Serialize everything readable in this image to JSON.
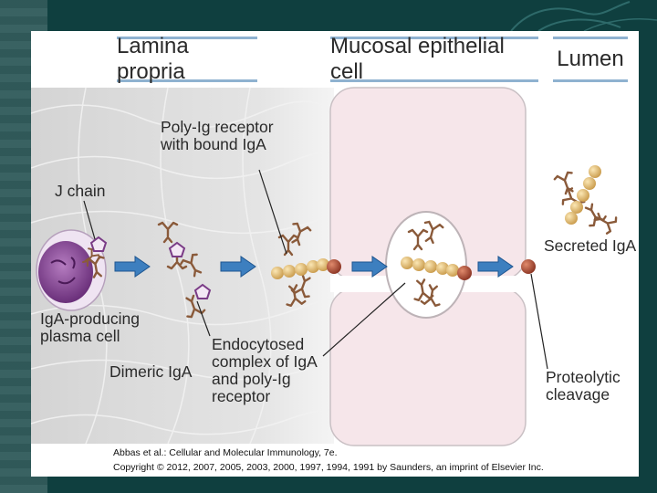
{
  "headers": {
    "lamina": "Lamina propria",
    "epithelial": "Mucosal epithelial cell",
    "lumen": "Lumen"
  },
  "labels": {
    "polyig_l1": "Poly-Ig receptor",
    "polyig_l2": "with bound IgA",
    "jchain": "J chain",
    "plasma_l1": "IgA-producing",
    "plasma_l2": "plasma cell",
    "dimeric": "Dimeric IgA",
    "endo_l1": "Endocytosed",
    "endo_l2": "complex of IgA",
    "endo_l3": "and poly-Ig",
    "endo_l4": "receptor",
    "secreted": "Secreted IgA",
    "prot_l1": "Proteolytic",
    "prot_l2": "cleavage"
  },
  "credits": {
    "line1": "Abbas et al.: Cellular and Molecular Immunology, 7e.",
    "line2": "Copyright © 2012, 2007, 2005, 2003, 2000, 1997, 1994, 1991 by Saunders, an imprint of Elsevier Inc."
  },
  "colors": {
    "arrow": "#3d7fbf",
    "igA": "#8a5a3a",
    "bead": "#e5c27d",
    "secretory": "#a54a3a",
    "plasma": "#7a3b86",
    "epithelium": "#f6e6ea"
  }
}
